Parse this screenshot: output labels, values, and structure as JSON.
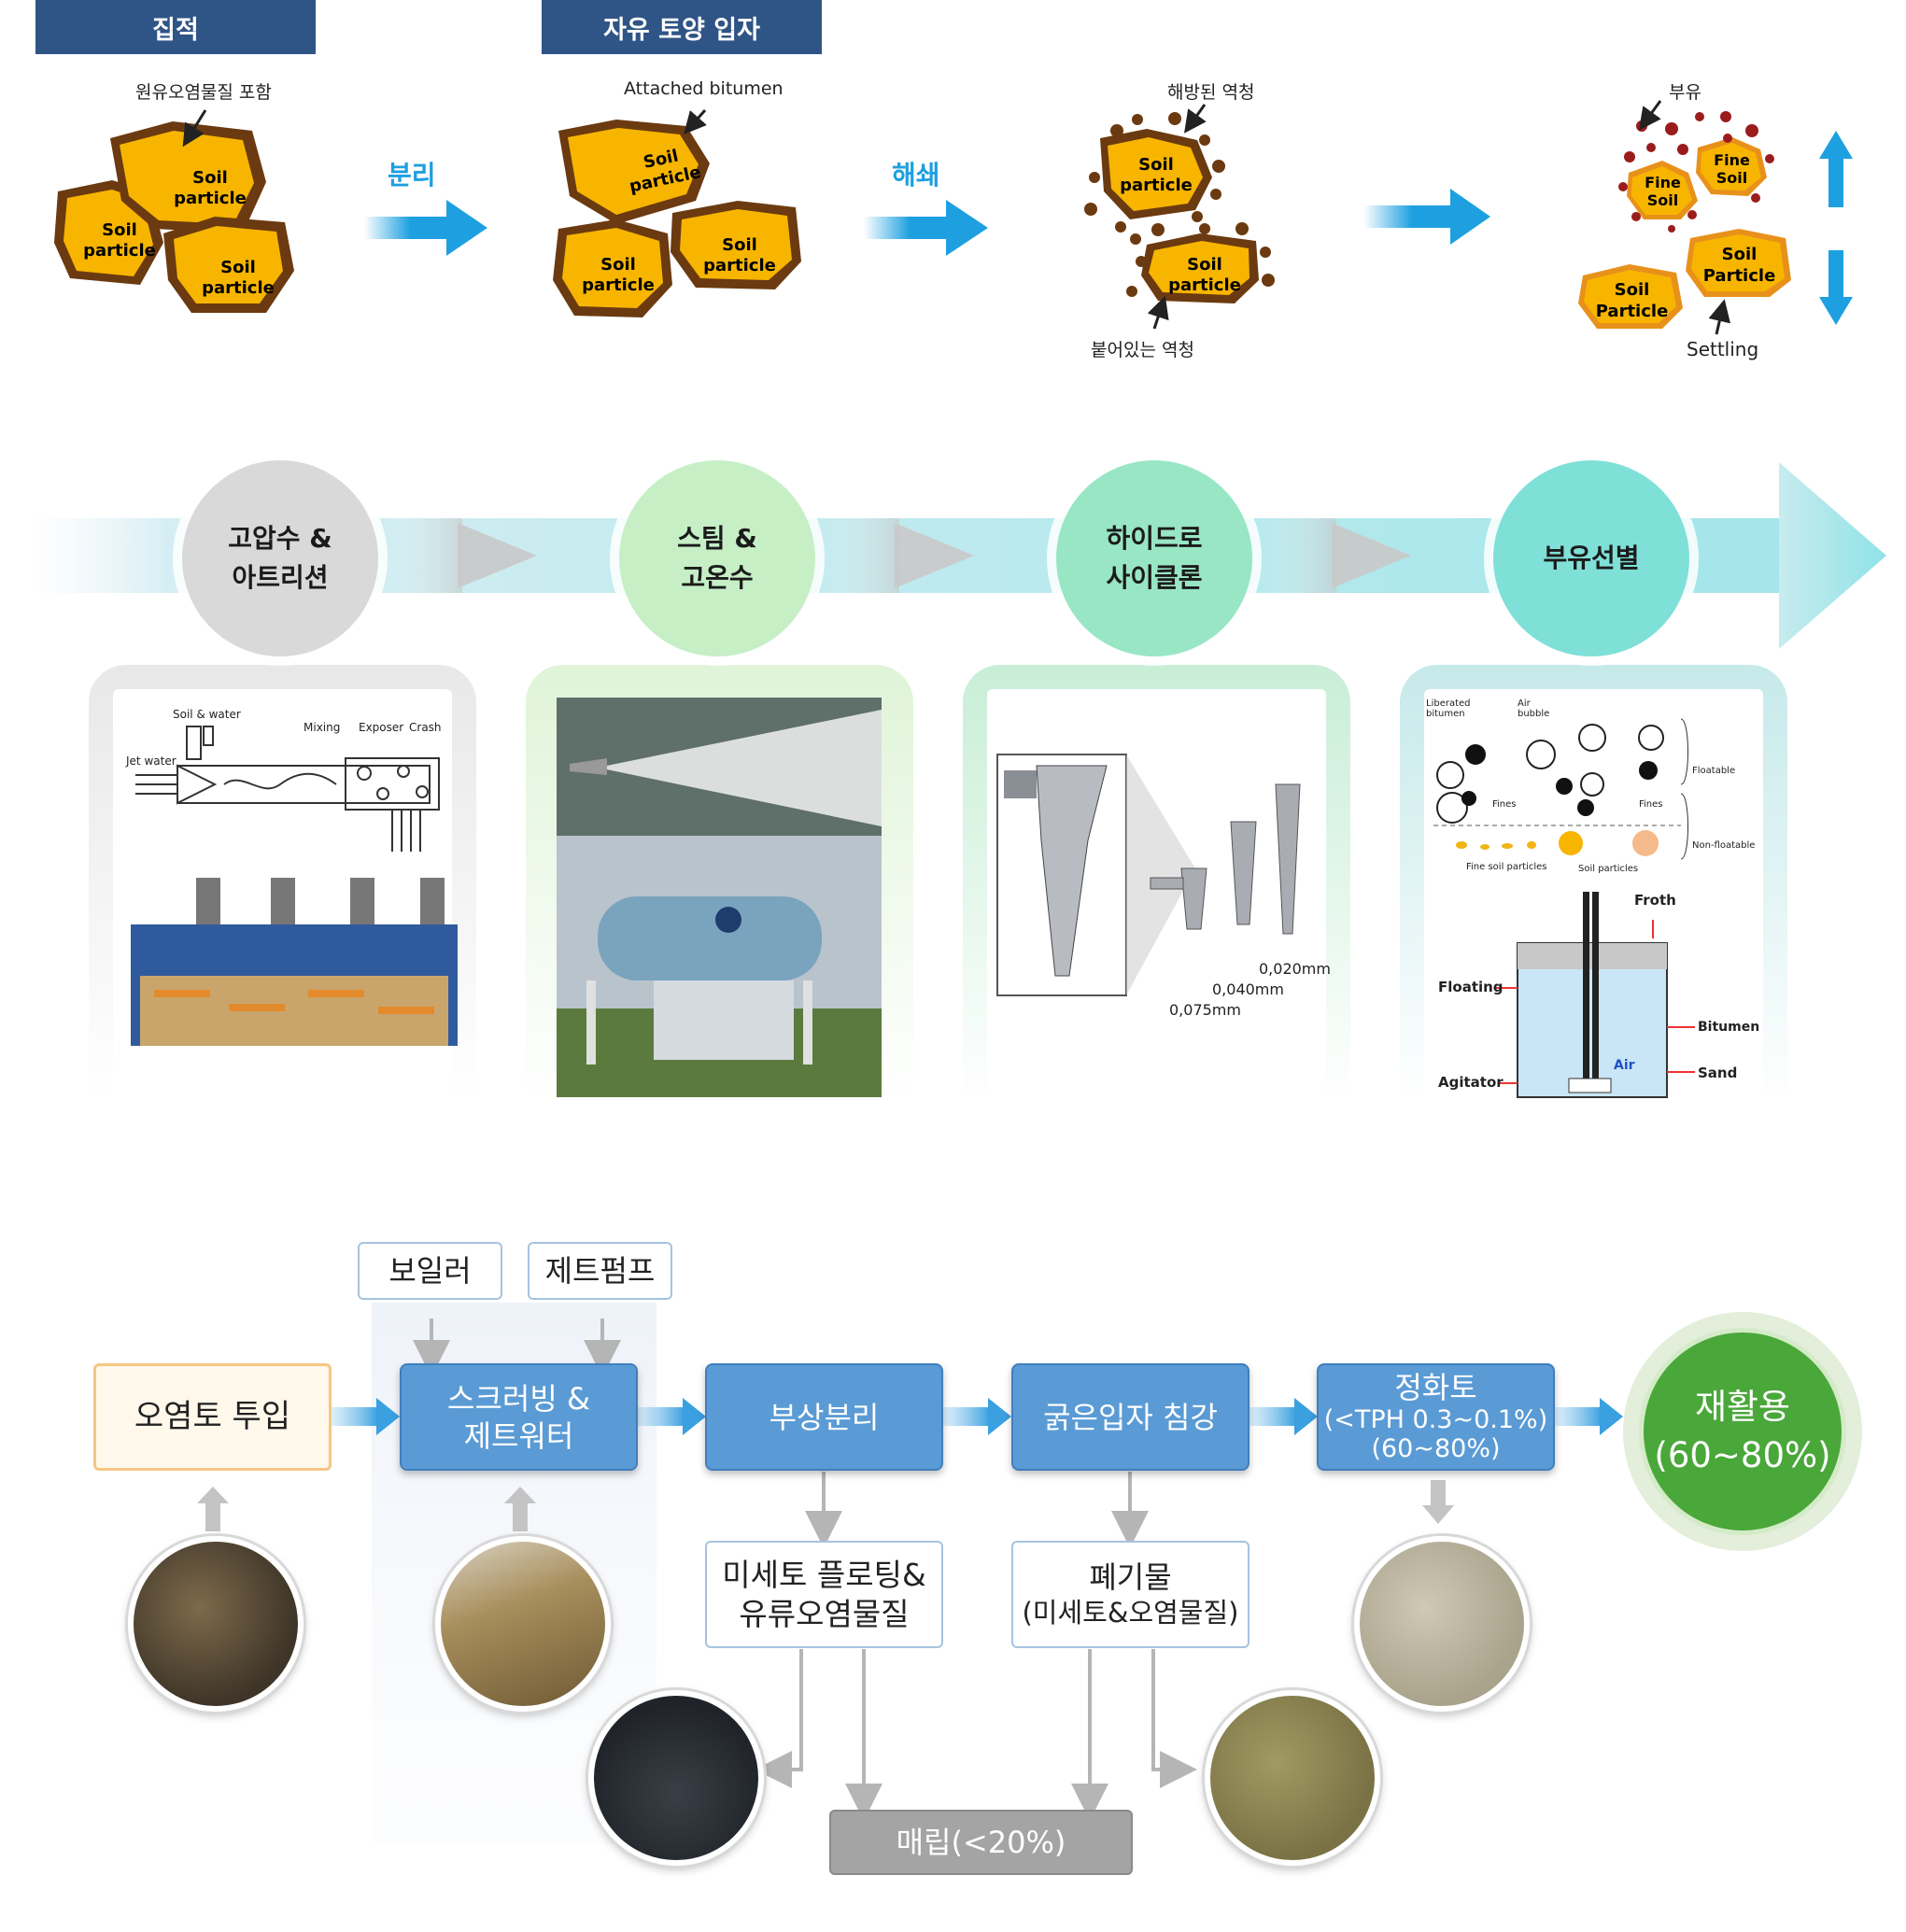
{
  "top": {
    "headers": {
      "agglomeration": "집적",
      "free_particles": "자유 토양 입자"
    },
    "stage1": {
      "note": "원유오염물질 포함",
      "p1": "Soil particle",
      "p2": "Soil particle",
      "p3": "Soil particle"
    },
    "arrow1": "분리",
    "stage2": {
      "note": "Attached bitumen",
      "p1": "Soil particle",
      "p2": "Soil particle",
      "p3": "Soil particle"
    },
    "arrow2": "해쇄",
    "stage3": {
      "note_top": "해방된 역청",
      "note_bottom": "붙어있는 역청",
      "p1": "Soil particle",
      "p2": "Soil particle"
    },
    "stage4": {
      "note_top": "부유",
      "fine1": "Fine Soil",
      "fine2": "Fine Soil",
      "p1": "Soil Particle",
      "p2": "Soil Particle",
      "note_bottom": "Settling"
    }
  },
  "process": {
    "steps": [
      {
        "label": "고압수 & 아트리션",
        "color": "#d9d9d9"
      },
      {
        "label": "스팀 & 고온수",
        "color": "#c6efc6"
      },
      {
        "label": "하이드로 사이클론",
        "color": "#98e6c4"
      },
      {
        "label": "부유선별",
        "color": "#7fe0d8"
      }
    ],
    "panel1": {
      "soil_water": "Soil & water",
      "jet_water": "Jet water",
      "mixing": "Mixing",
      "exposer": "Exposer",
      "crash": "Crash"
    },
    "panel3": {
      "d1": "0,020mm",
      "d2": "0,040mm",
      "d3": "0,075mm"
    },
    "panel4": {
      "liberated": "Liberated bitumen",
      "air_bubble": "Air bubble",
      "fines1": "Fines",
      "fines2": "Fines",
      "floatable": "Floatable",
      "non_floatable": "Non-floatable",
      "fine_soil": "Fine soil particles",
      "soil": "Soil particles",
      "froth": "Froth",
      "floating": "Floating",
      "bitumen": "Bitumen",
      "agitator": "Agitator",
      "sand": "Sand",
      "air": "Air"
    }
  },
  "flow": {
    "boiler": "보일러",
    "jetpump": "제트펌프",
    "input": "오염토 투입",
    "scrub_line1": "스크러빙 &",
    "scrub_line2": "제트워터",
    "flotation": "부상분리",
    "settling": "굵은입자 침강",
    "clean_title": "정화토",
    "clean_tph": "(<TPH 0.3~0.1%)",
    "clean_pct": "(60~80%)",
    "recycle_line1": "재활용",
    "recycle_line2": "(60~80%)",
    "fine_line1": "미세토 플로팅&",
    "fine_line2": "유류오염물질",
    "waste_line1": "폐기물",
    "waste_line2": "(미세토&오염물질)",
    "landfill": "매립(<20%)"
  }
}
